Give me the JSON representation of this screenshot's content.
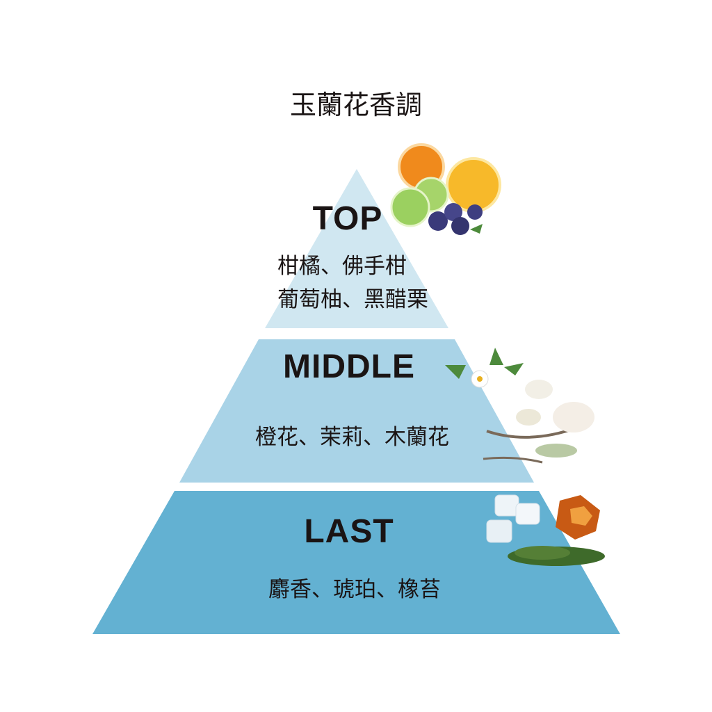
{
  "title": "玉蘭花香調",
  "tiers": [
    {
      "label": "TOP",
      "notes": [
        "柑橘、佛手柑",
        "葡萄柚、黑醋栗"
      ],
      "color": "#d0e7f1"
    },
    {
      "label": "MIDDLE",
      "notes": [
        "橙花、茉莉、木蘭花"
      ],
      "color": "#a9d3e7"
    },
    {
      "label": "LAST",
      "notes": [
        "麝香、琥珀、橡苔"
      ],
      "color": "#63b1d2"
    }
  ]
}
